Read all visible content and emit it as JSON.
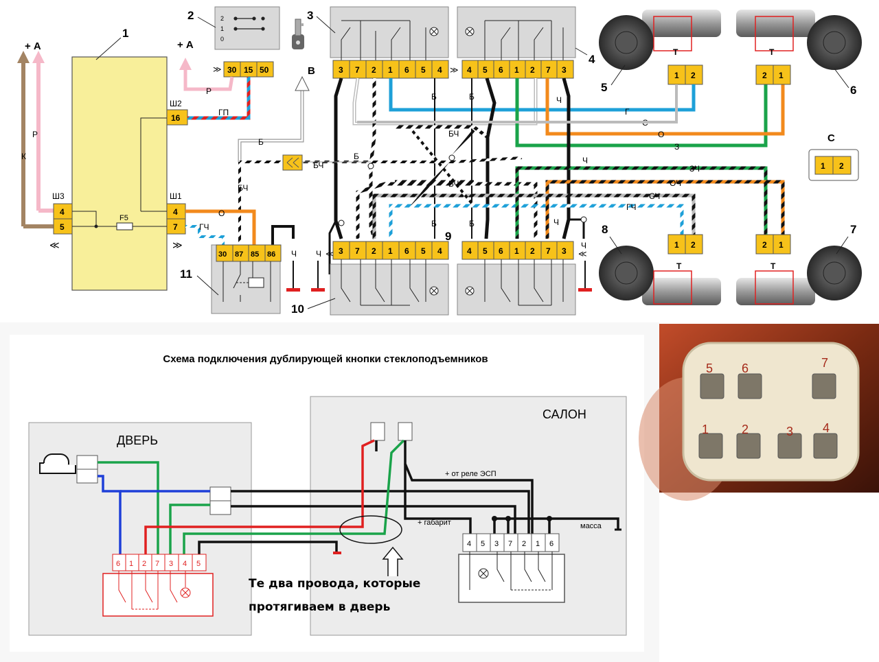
{
  "upper": {
    "numbers": {
      "n1": "1",
      "n2": "2",
      "n3": "3",
      "n4": "4",
      "n5": "5",
      "n6": "6",
      "n7": "7",
      "n8": "8",
      "n9": "9",
      "n10": "10",
      "n11": "11"
    },
    "plus_a_left": "+ А",
    "plus_a_right": "+ А",
    "label_b": "В",
    "label_c": "С",
    "fuse": "F5",
    "sh1": "Ш1",
    "sh2": "Ш2",
    "sh3": "Ш3",
    "pin_sh3": [
      "4",
      "5"
    ],
    "pin_sh1": [
      "4",
      "7"
    ],
    "pin_sh2": "16",
    "ign_pins": [
      "30",
      "15",
      "50"
    ],
    "ign_positions": [
      "2",
      "1",
      "0"
    ],
    "relay_pins": [
      "30",
      "87",
      "85",
      "86"
    ],
    "sw3_pins": [
      "3",
      "7",
      "2",
      "1",
      "6",
      "5",
      "4"
    ],
    "sw4_pins": [
      "4",
      "5",
      "6",
      "1",
      "2",
      "7",
      "3"
    ],
    "sw10_pins": [
      "3",
      "7",
      "2",
      "1",
      "6",
      "5",
      "4"
    ],
    "sw9_pins": [
      "4",
      "5",
      "6",
      "1",
      "2",
      "7",
      "3"
    ],
    "motor_pins_5": [
      "1",
      "2"
    ],
    "motor_pins_6": [
      "2",
      "1"
    ],
    "motor_pins_8": [
      "1",
      "2"
    ],
    "motor_pins_7": [
      "2",
      "1"
    ],
    "conn_c_pins": [
      "1",
      "2"
    ],
    "thermo": "Т",
    "wires": {
      "K": "К",
      "P": "Р",
      "P2": "Р",
      "GP": "ГП",
      "O": "О",
      "GCh": "ГЧ",
      "BCh": "БЧ",
      "B": "Б",
      "Ch": "Ч",
      "G": "Г",
      "S": "С",
      "Z": "З",
      "ZCh": "ЗЧ",
      "OCh": "ОЧ",
      "SCh": "СЧ"
    }
  },
  "lower": {
    "title": "Схема подключения дублирующей кнопки стеклоподъемников",
    "door_label": "ДВЕРЬ",
    "salon_label": "САЛОН",
    "from_relay": "+ от реле ЭСП",
    "gabarit": "+ габарит",
    "massa": "масса",
    "note_line1": "Те два провода, которые",
    "note_line2": "протягиваем в дверь",
    "door_pins": [
      "6",
      "1",
      "2",
      "7",
      "3",
      "4",
      "5"
    ],
    "salon_pins": [
      "4",
      "5",
      "3",
      "7",
      "2",
      "1",
      "6"
    ]
  },
  "photo": {
    "pins_top": [
      "5",
      "6",
      "7"
    ],
    "pins_bottom": [
      "1",
      "2",
      "3",
      "4"
    ]
  },
  "colors": {
    "yellow_block": "#f8ef9a",
    "connector": "#f7c21a",
    "grey_block": "#d9d9d9",
    "wire_blue": "#1ea0d8",
    "wire_orange": "#f28a1c",
    "wire_green": "#1aa34a",
    "wire_pink": "#f5b8c8",
    "wire_brown": "#a38463",
    "wire_red": "#e02020"
  }
}
